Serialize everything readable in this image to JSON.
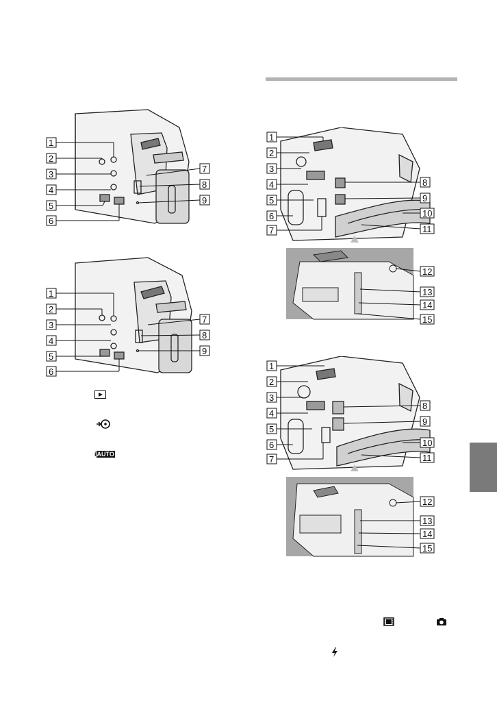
{
  "callouts": {
    "fig_left_top": [
      "1",
      "2",
      "3",
      "4",
      "5",
      "6",
      "7",
      "8",
      "9"
    ],
    "fig_left_bottom": [
      "1",
      "2",
      "3",
      "4",
      "5",
      "6",
      "7",
      "8",
      "9"
    ],
    "fig_right_top": [
      "1",
      "2",
      "3",
      "4",
      "5",
      "6",
      "7",
      "8",
      "9",
      "10",
      "11",
      "12",
      "13",
      "14",
      "15"
    ],
    "fig_right_bottom": [
      "1",
      "2",
      "3",
      "4",
      "5",
      "6",
      "7",
      "8",
      "9",
      "10",
      "11",
      "12",
      "13",
      "14",
      "15"
    ]
  },
  "icons": {
    "play": "play-icon",
    "disc": "disc-burn-icon",
    "iauto": "intelligent-auto-icon",
    "movie": "movie-mode-icon",
    "photo": "photo-mode-icon",
    "flash": "flash-icon"
  },
  "iauto_text": {
    "prefix": "i",
    "box": "AUTO"
  },
  "colors": {
    "section_bar": "#b3b3b3",
    "side_tab": "#7a7a7a"
  }
}
